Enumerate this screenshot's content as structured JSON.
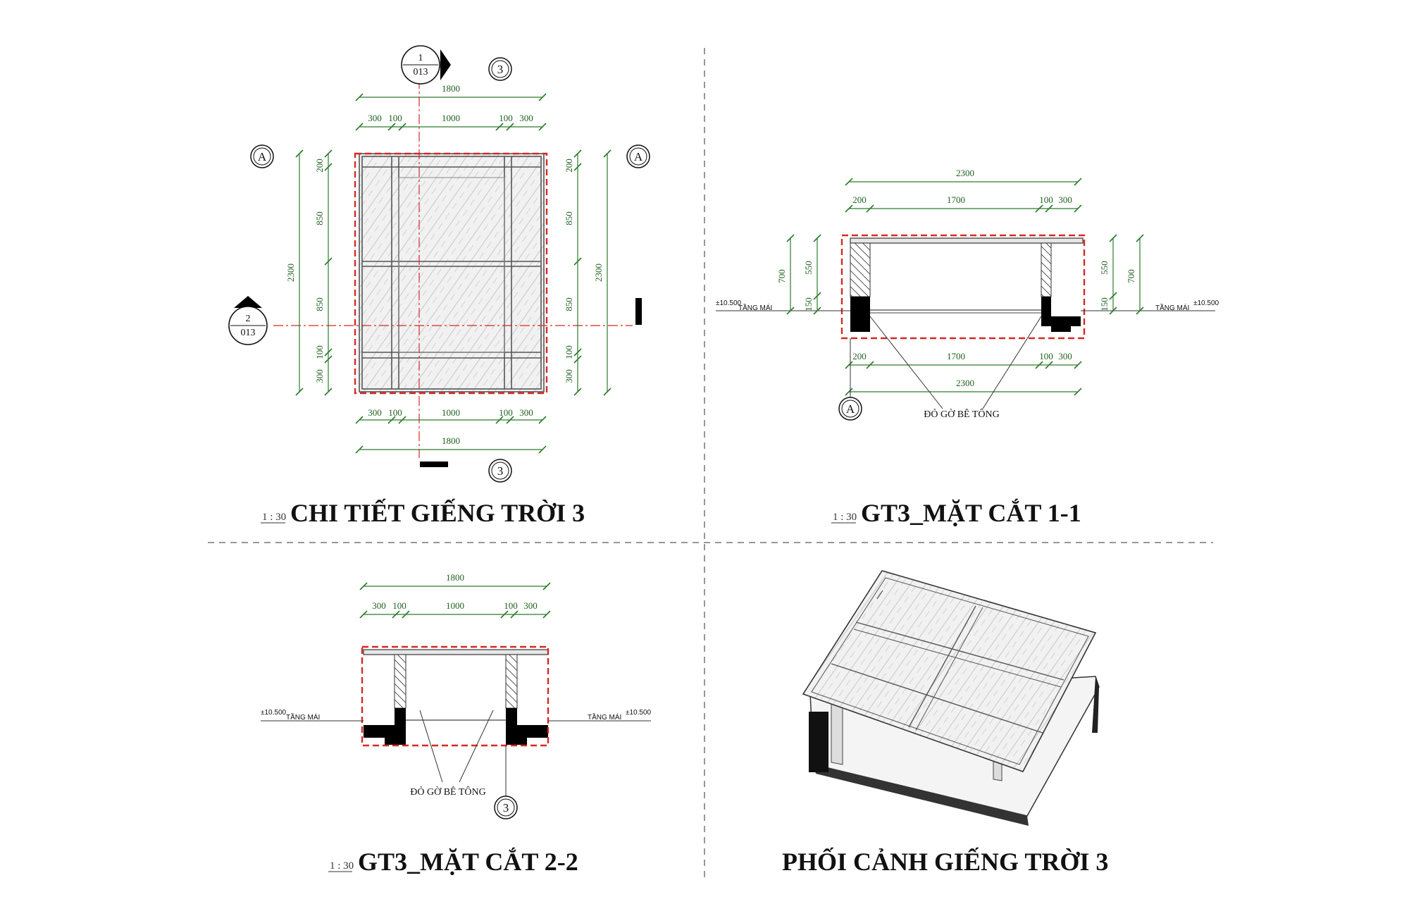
{
  "views": {
    "plan": {
      "title": "CHI TIẾT GIẾNG TRỜI 3",
      "scale": "1 : 30",
      "dims_top_total": "1800",
      "dims_top": [
        "300",
        "100",
        "1000",
        "100",
        "300"
      ],
      "dims_bottom": [
        "300",
        "100",
        "1000",
        "100",
        "300"
      ],
      "dims_bottom_total": "1800",
      "dims_left_total": "2300",
      "dims_left": [
        "200",
        "850",
        "850",
        "100",
        "300"
      ],
      "dims_right_total": "2300",
      "dims_right": [
        "200",
        "850",
        "850",
        "100",
        "300"
      ],
      "grid_a": "A",
      "grid_3": "3",
      "section_1_num": "1",
      "section_1_sheet": "013",
      "section_2_num": "2",
      "section_2_sheet": "013"
    },
    "section_1": {
      "title": "GT3_MẶT CẮT 1-1",
      "scale": "1 : 30",
      "dims_top_total": "2300",
      "dims_top": [
        "200",
        "1700",
        "100",
        "300"
      ],
      "dims_bottom": [
        "200",
        "1700",
        "100",
        "300"
      ],
      "dims_bottom_total": "2300",
      "dims_left": [
        "700",
        "550",
        "150"
      ],
      "dims_right": [
        "550",
        "700",
        "150"
      ],
      "level_value": "±10.500",
      "level_name": "TẦNG MÁI",
      "grid_a": "A",
      "note": "ĐỎ GỜ BÊ TÔNG"
    },
    "section_2": {
      "title": "GT3_MẶT CẮT 2-2",
      "scale": "1 : 30",
      "dims_top_total": "1800",
      "dims_top": [
        "300",
        "100",
        "1000",
        "100",
        "300"
      ],
      "level_value": "±10.500",
      "level_name": "TẦNG MÁI",
      "grid_3": "3",
      "note": "ĐỎ GỜ BÊ TÔNG"
    },
    "perspective": {
      "title": "PHỐI CẢNH GIẾNG TRỜI 3"
    }
  },
  "colors": {
    "dimension": "#2d7a2d",
    "cut_box": "#d62828",
    "axis": "#d62828"
  }
}
